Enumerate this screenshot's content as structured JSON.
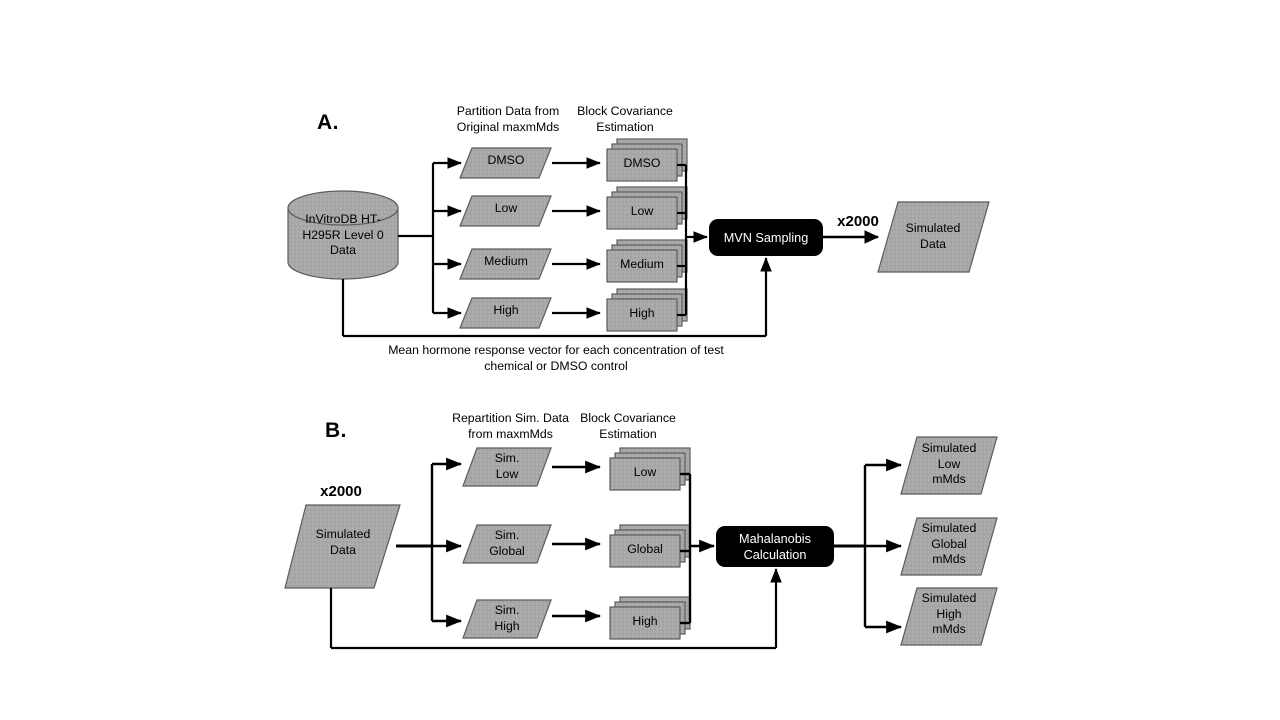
{
  "figure": {
    "background": "#ffffff",
    "shape_fill": "#a8a8a8",
    "shape_stroke": "#5c5c5c",
    "process_fill": "#000000",
    "process_text_color": "#ffffff",
    "line_color": "#000000"
  },
  "panelA": {
    "letter": "A.",
    "headers": {
      "partition": "Partition Data from\nOriginal maxmMds",
      "covariance": "Block Covariance\nEstimation"
    },
    "source": {
      "label": "InVitroDB HT-\nH295R Level 0\nData",
      "icon": "database-cylinder-icon"
    },
    "partition_items": [
      {
        "label": "DMSO"
      },
      {
        "label": "Low"
      },
      {
        "label": "Medium"
      },
      {
        "label": "High"
      }
    ],
    "covariance_items": [
      {
        "label": "DMSO"
      },
      {
        "label": "Low"
      },
      {
        "label": "Medium"
      },
      {
        "label": "High"
      }
    ],
    "process": {
      "label": "MVN Sampling"
    },
    "multiplier": "x2000",
    "output": {
      "label": "Simulated\nData"
    },
    "caption": "Mean hormone response vector for each concentration of test\nchemical or DMSO control"
  },
  "panelB": {
    "letter": "B.",
    "headers": {
      "repartition": "Repartition Sim. Data\nfrom maxmMds",
      "covariance": "Block Covariance\nEstimation"
    },
    "multiplier": "x2000",
    "source": {
      "label": "Simulated\nData"
    },
    "repartition_items": [
      {
        "label": "Sim.\nLow"
      },
      {
        "label": "Sim.\nGlobal"
      },
      {
        "label": "Sim.\nHigh"
      }
    ],
    "covariance_items": [
      {
        "label": "Low"
      },
      {
        "label": "Global"
      },
      {
        "label": "High"
      }
    ],
    "process": {
      "label": "Mahalanobis\nCalculation"
    },
    "outputs": [
      {
        "label": "Simulated\nLow\nmMds"
      },
      {
        "label": "Simulated\nGlobal\nmMds"
      },
      {
        "label": "Simulated\nHigh\nmMds"
      }
    ]
  }
}
